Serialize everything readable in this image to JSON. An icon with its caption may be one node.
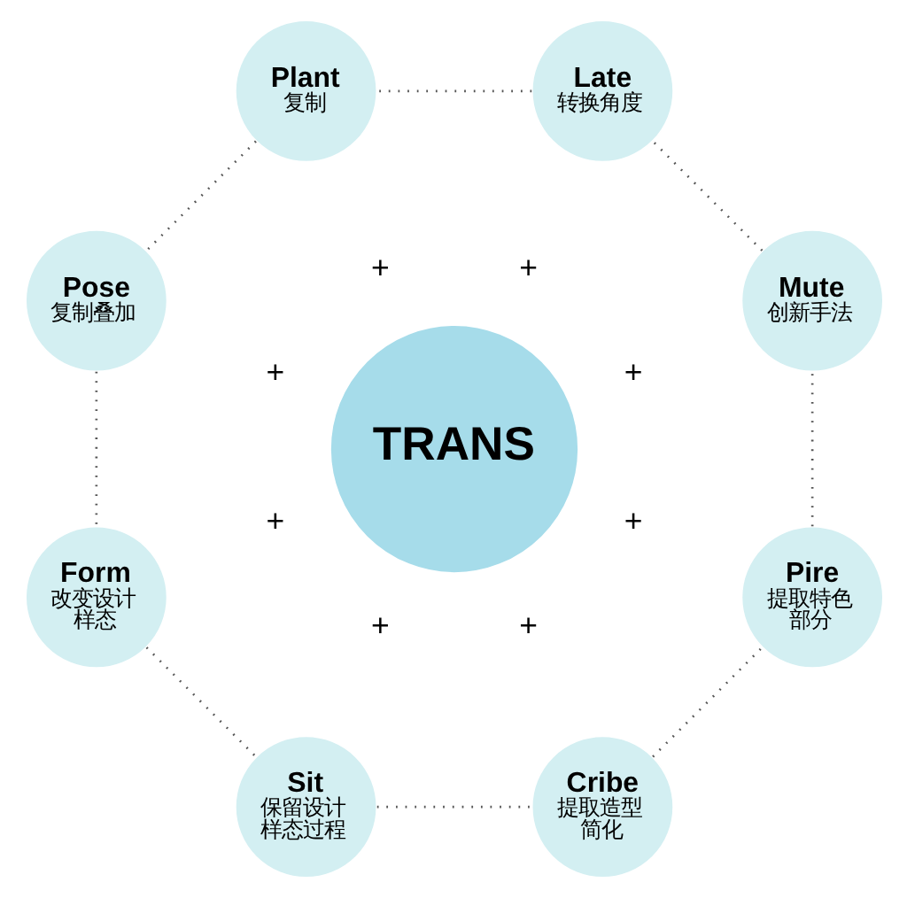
{
  "diagram": {
    "nodes": [
      {
        "text": [
          "TRANS"
        ]
      },
      {
        "text": [
          "Mute",
          "创新手法"
        ]
      },
      {
        "text": [
          "Late",
          "转换角度"
        ]
      },
      {
        "text": [
          "Plant",
          "复制"
        ]
      },
      {
        "text": [
          "Pose",
          "复制叠加"
        ]
      },
      {
        "text": [
          "Form",
          "改变设计样态"
        ]
      },
      {
        "text": [
          "Sit",
          "保留设计样态过程"
        ]
      },
      {
        "text": [
          "Cribe",
          "提取造型简化"
        ]
      },
      {
        "text": [
          "Pire",
          "提取特色部分"
        ]
      }
    ],
    "edges": [
      {
        "from": 1,
        "to": 2,
        "arrow": "none",
        "style": "dashed"
      },
      {
        "from": 2,
        "to": 3,
        "arrow": "none",
        "style": "dashed"
      },
      {
        "from": 3,
        "to": 4,
        "arrow": "none",
        "style": "dashed"
      },
      {
        "from": 4,
        "to": 5,
        "arrow": "none",
        "style": "dashed"
      },
      {
        "from": 5,
        "to": 6,
        "arrow": "none",
        "style": "dashed"
      },
      {
        "from": 6,
        "to": 7,
        "arrow": "none",
        "style": "dashed"
      },
      {
        "from": 7,
        "to": 8,
        "arrow": "none",
        "style": "dashed"
      },
      {
        "from": 8,
        "to": 1,
        "arrow": "none",
        "style": "dashed"
      }
    ],
    "labels": [
      "+",
      "+",
      "+",
      "+",
      "+",
      "+",
      "+",
      "+"
    ]
  }
}
